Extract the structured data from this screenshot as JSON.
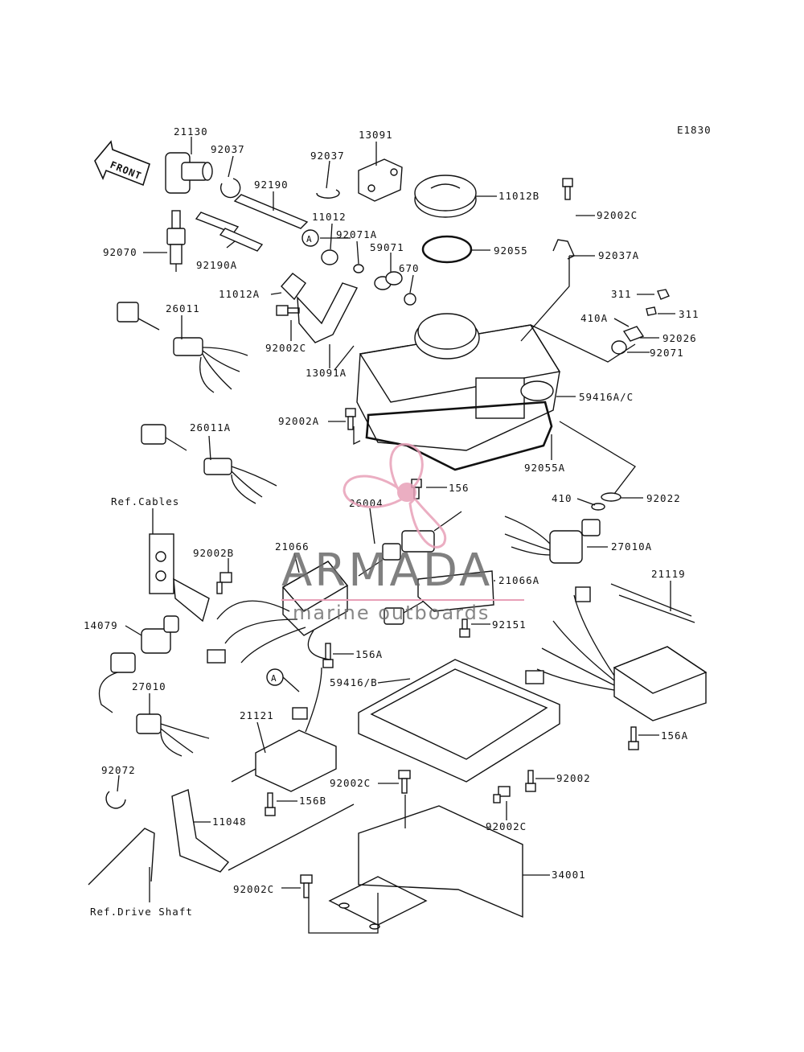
{
  "diagram_code": "E1830",
  "front_label": "FRONT",
  "watermark": {
    "brand": "ARMADA",
    "tagline": "marine outboards",
    "color": "#e8a0b8"
  },
  "labels": [
    {
      "id": "p21130",
      "text": "21130"
    },
    {
      "id": "p92037",
      "text": "92037"
    },
    {
      "id": "p92037b",
      "text": "92037"
    },
    {
      "id": "p13091",
      "text": "13091"
    },
    {
      "id": "p92190",
      "text": "92190"
    },
    {
      "id": "p11012",
      "text": "11012"
    },
    {
      "id": "p11012B",
      "text": "11012B"
    },
    {
      "id": "p92002C_a",
      "text": "92002C"
    },
    {
      "id": "p92070",
      "text": "92070"
    },
    {
      "id": "p92190A",
      "text": "92190A"
    },
    {
      "id": "p92071A",
      "text": "92071A"
    },
    {
      "id": "p59071",
      "text": "59071"
    },
    {
      "id": "p92055",
      "text": "92055"
    },
    {
      "id": "p92037A",
      "text": "92037A"
    },
    {
      "id": "p670",
      "text": "670"
    },
    {
      "id": "p11012A",
      "text": "11012A"
    },
    {
      "id": "p311a",
      "text": "311"
    },
    {
      "id": "p311b",
      "text": "311"
    },
    {
      "id": "p26011",
      "text": "26011"
    },
    {
      "id": "p410A",
      "text": "410A"
    },
    {
      "id": "p92026",
      "text": "92026"
    },
    {
      "id": "p92002C_b",
      "text": "92002C"
    },
    {
      "id": "p92071",
      "text": "92071"
    },
    {
      "id": "p13091A",
      "text": "13091A"
    },
    {
      "id": "p59416AC",
      "text": "59416A/C"
    },
    {
      "id": "p92002A",
      "text": "92002A"
    },
    {
      "id": "p26011A",
      "text": "26011A"
    },
    {
      "id": "p92055A",
      "text": "92055A"
    },
    {
      "id": "p156",
      "text": "156"
    },
    {
      "id": "pRefCables",
      "text": "Ref.Cables"
    },
    {
      "id": "p26004",
      "text": "26004"
    },
    {
      "id": "p410",
      "text": "410"
    },
    {
      "id": "p92022",
      "text": "92022"
    },
    {
      "id": "p21066",
      "text": "21066"
    },
    {
      "id": "p92002B",
      "text": "92002B"
    },
    {
      "id": "p27010A",
      "text": "27010A"
    },
    {
      "id": "p21066A",
      "text": "21066A"
    },
    {
      "id": "p21119",
      "text": "21119"
    },
    {
      "id": "p14079",
      "text": "14079"
    },
    {
      "id": "p92151",
      "text": "92151"
    },
    {
      "id": "p156A_a",
      "text": "156A"
    },
    {
      "id": "p59416B",
      "text": "59416/B"
    },
    {
      "id": "p27010",
      "text": "27010"
    },
    {
      "id": "p21121",
      "text": "21121"
    },
    {
      "id": "p156A_b",
      "text": "156A"
    },
    {
      "id": "p92072",
      "text": "92072"
    },
    {
      "id": "p92002C_c",
      "text": "92002C"
    },
    {
      "id": "p92002",
      "text": "92002"
    },
    {
      "id": "p156B",
      "text": "156B"
    },
    {
      "id": "p11048",
      "text": "11048"
    },
    {
      "id": "p92002C_d",
      "text": "92002C"
    },
    {
      "id": "p34001",
      "text": "34001"
    },
    {
      "id": "p92002C_e",
      "text": "92002C"
    },
    {
      "id": "pRefDrive",
      "text": "Ref.Drive Shaft"
    }
  ],
  "callouts": [
    {
      "id": "markA_top",
      "text": "A"
    },
    {
      "id": "markA_bottom",
      "text": "A"
    }
  ]
}
